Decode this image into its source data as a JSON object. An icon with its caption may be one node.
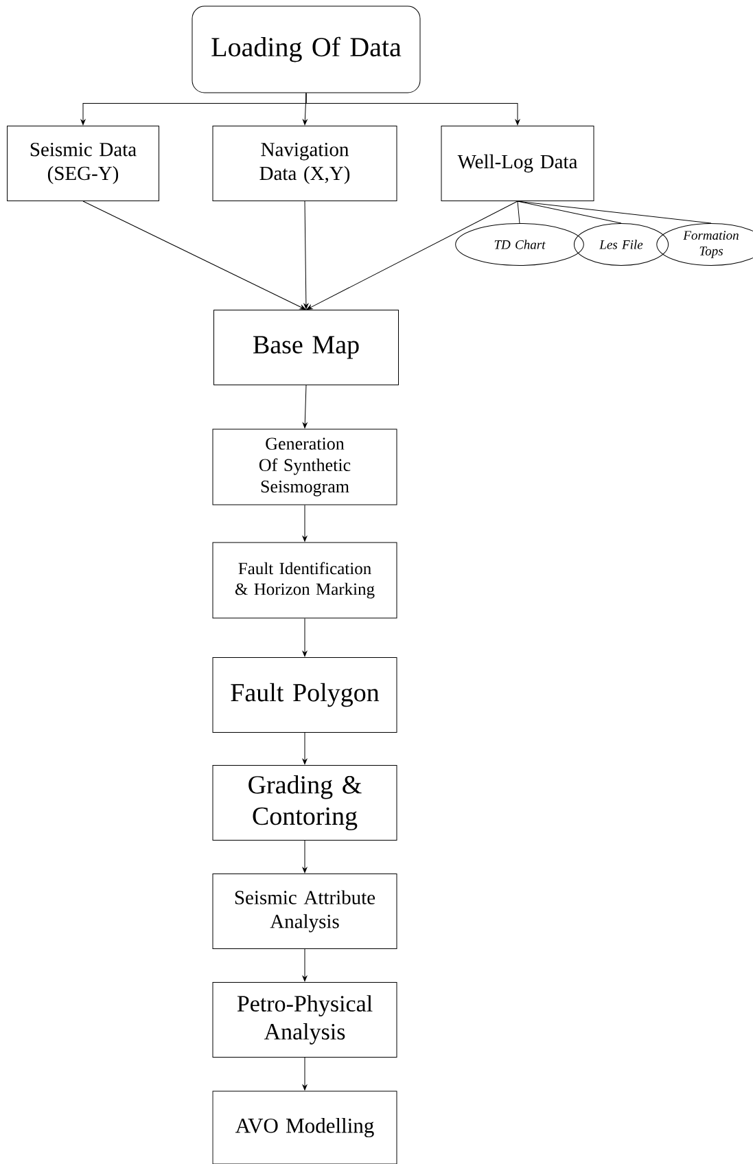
{
  "diagram": {
    "nodes": [
      {
        "text": [
          "Loading Of Data"
        ]
      },
      {
        "text": [
          "Seismic Data (SEG-Y)"
        ]
      },
      {
        "text": [
          "Navigation Data (X,Y)"
        ]
      },
      {
        "text": [
          "Well-Log Data"
        ]
      },
      {
        "text": [
          "TD Chart"
        ]
      },
      {
        "text": [
          "Les File"
        ]
      },
      {
        "text": [
          "Formation Tops"
        ]
      },
      {
        "text": [
          "Base Map"
        ]
      },
      {
        "text": [
          "Generation Of Synthetic Seismogram"
        ]
      },
      {
        "text": [
          "Fault Identification & Horizon Marking"
        ]
      },
      {
        "text": [
          "Fault Polygon"
        ]
      },
      {
        "text": [
          "Grading & Contoring"
        ]
      },
      {
        "text": [
          "Seismic Attribute Analysis"
        ]
      },
      {
        "text": [
          "Petro-Physical Analysis"
        ]
      },
      {
        "text": [
          "AVO Modelling"
        ]
      }
    ],
    "edges": [
      {
        "from": 0,
        "to": 1,
        "arrow": "to"
      },
      {
        "from": 0,
        "to": 2,
        "arrow": "to"
      },
      {
        "from": 0,
        "to": 3,
        "arrow": "to"
      },
      {
        "from": 3,
        "to": 4,
        "arrow": "none"
      },
      {
        "from": 3,
        "to": 5,
        "arrow": "none"
      },
      {
        "from": 3,
        "to": 6,
        "arrow": "none"
      },
      {
        "from": 1,
        "to": 7,
        "arrow": "to"
      },
      {
        "from": 2,
        "to": 7,
        "arrow": "to"
      },
      {
        "from": 3,
        "to": 7,
        "arrow": "to"
      },
      {
        "from": 7,
        "to": 8,
        "arrow": "to"
      },
      {
        "from": 8,
        "to": 9,
        "arrow": "to"
      },
      {
        "from": 9,
        "to": 10,
        "arrow": "to"
      },
      {
        "from": 10,
        "to": 11,
        "arrow": "to"
      },
      {
        "from": 11,
        "to": 12,
        "arrow": "to"
      },
      {
        "from": 12,
        "to": 13,
        "arrow": "to"
      },
      {
        "from": 13,
        "to": 14,
        "arrow": "to"
      }
    ]
  }
}
